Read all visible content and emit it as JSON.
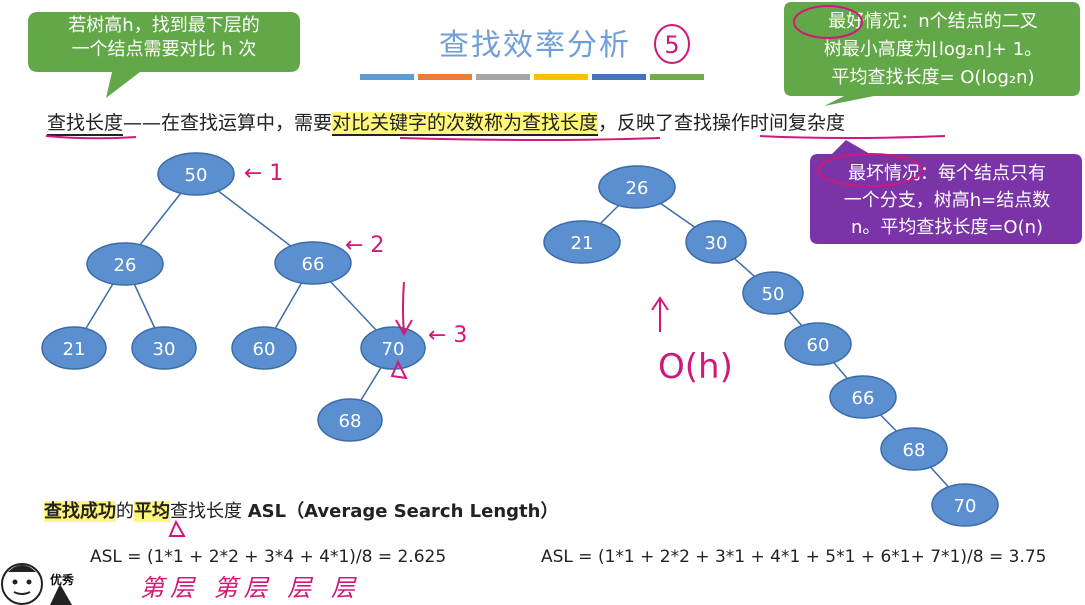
{
  "title": "查找效率分析",
  "page_number": "5",
  "colors": {
    "node_fill": "#5b8fcf",
    "node_stroke": "#3a6ca8",
    "callout_green": "#62a748",
    "callout_purple": "#7b33a8",
    "highlight": "#fff77a",
    "ink": "#d0187a",
    "stripes": [
      "#5b9bd5",
      "#ed7d31",
      "#a5a5a5",
      "#ffc000",
      "#4472c4",
      "#70ad47"
    ]
  },
  "callouts": {
    "top_left": [
      "若树高h，找到最下层的",
      "一个结点需要对比 h 次"
    ],
    "best": [
      "最好情况：n个结点的二叉",
      "树最小高度为⌊log₂n⌋+ 1。",
      "平均查找长度= O(log₂n)"
    ],
    "worst": [
      "最坏情况：每个结点只有",
      "一个分支，树高h=结点数",
      "n。平均查找长度=O(n)"
    ]
  },
  "definition": {
    "term": "查找长度",
    "dash": "——在查找运算中，需要",
    "highlight": "对比关键字的次数称为查找长度",
    "rest": "，反映了查找操作时间复杂度"
  },
  "tree_left": {
    "nodes": [
      "50",
      "26",
      "66",
      "21",
      "30",
      "60",
      "70",
      "68"
    ],
    "annotations": [
      "← 1",
      "← 2",
      "← 3"
    ]
  },
  "tree_right": {
    "nodes": [
      "26",
      "21",
      "30",
      "50",
      "60",
      "66",
      "68",
      "70"
    ],
    "annotation": "O(h)"
  },
  "asl": {
    "highlight1": "查找成功",
    "mid1": "的",
    "highlight2": "平均",
    "mid2": "查找长度",
    "bold": "ASL（Average Search Length）",
    "formula_left": "ASL = (1*1 + 2*2 + 3*4 + 4*1)/8 = 2.625",
    "formula_right": "ASL = (1*1 + 2*2 + 3*1 + 4*1 + 5*1 + 6*1+  7*1)/8 = 3.75",
    "handwriting": "第层 第层 层 层",
    "meme_label": "优秀"
  }
}
